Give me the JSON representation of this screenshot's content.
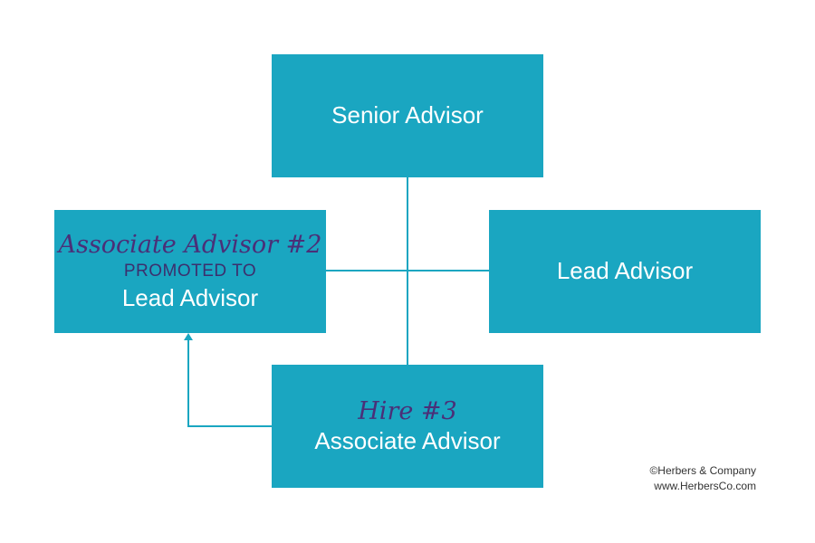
{
  "boxes": {
    "senior": {
      "label": "Senior Advisor"
    },
    "lead": {
      "label": "Lead Advisor"
    },
    "associate2": {
      "script_label": "Associate Advisor #2",
      "caps_label": "PROMOTED TO",
      "label": "Lead Advisor"
    },
    "hire3": {
      "script_label": "Hire #3",
      "label": "Associate Advisor"
    }
  },
  "footer": {
    "copyright": "©Herbers & Company",
    "website": "www.HerbersCo.com"
  },
  "colors": {
    "box_fill": "#1aa6c1",
    "script_text": "#4a2f78",
    "caps_text": "#3c2f6e",
    "label_text": "#ffffff"
  }
}
